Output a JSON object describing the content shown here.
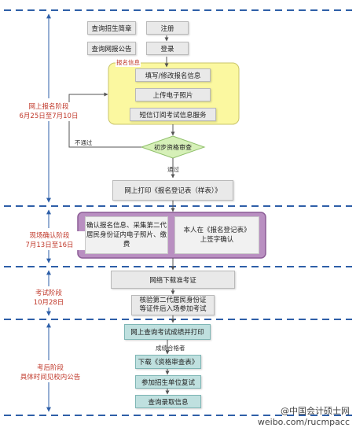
{
  "stages": [
    {
      "id": "online",
      "name": "网上报名阶段",
      "date": "6月25日至7月10日"
    },
    {
      "id": "onsite",
      "name": "现场确认阶段",
      "date": "7月13日至16日"
    },
    {
      "id": "exam",
      "name": "考试阶段",
      "date": "10月28日"
    },
    {
      "id": "after",
      "name": "考后阶段",
      "date": "具体时间见校内公告"
    }
  ],
  "nodes": {
    "query_guide": "查询招生简章",
    "register": "注册",
    "query_notice": "查询网报公告",
    "login": "登录",
    "info_group_label": "报名信息",
    "fill_info": "填写/修改报名信息",
    "upload_photo": "上传电子照片",
    "sms_service": "短信订阅考试信息服务",
    "prelim_review": "初步资格审查",
    "not_pass": "不通过",
    "pass": "通过",
    "print_form": "网上打印《报名登记表（样表）》",
    "confirm_info": "确认报名信息、采集第二代居民身份证内电子照片、缴费",
    "sign_confirm": "本人在《报名登记表》上签字确认",
    "download_admit": "网络下载准考证",
    "id_check": "核验第二代居民身份证等证件后入场参加考试",
    "query_score": "网上查询考试成绩并打印",
    "qualified": "成绩合格者",
    "download_review_form": "下载《资格审查表》",
    "retest": "参加招生单位复试",
    "query_admission": "查询录取信息"
  },
  "watermark": {
    "brand": "@中国会计硕士网",
    "url": "weibo.com/rucmpacc"
  }
}
